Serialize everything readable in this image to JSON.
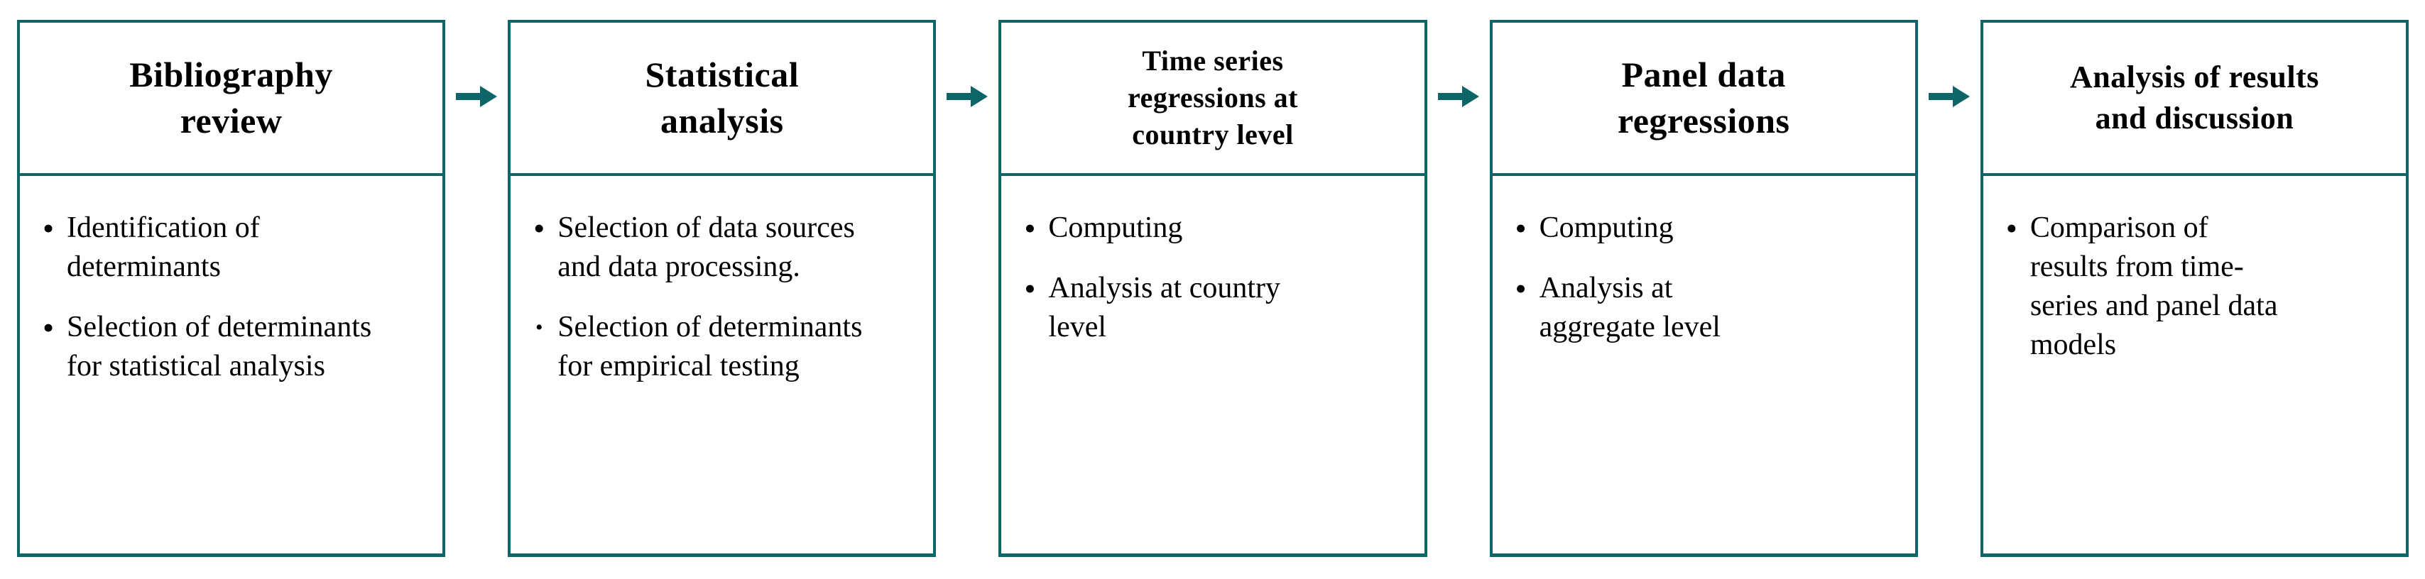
{
  "figure": {
    "kind": "process-flow-diagram",
    "direction": "left-to-right",
    "stage_count": 5
  },
  "colors": {
    "teal": "#0d6568",
    "text": "#000000",
    "background": "#ffffff"
  },
  "connector": {
    "icon": "arrow-right-icon",
    "glyph": "→"
  },
  "stages": [
    {
      "title": "Bibliography review",
      "title_lines": [
        "Bibliography",
        "review"
      ],
      "items": [
        {
          "bullet": "•",
          "bullet_size": "large",
          "text": "Identification of determinants"
        },
        {
          "bullet": "•",
          "bullet_size": "large",
          "text": "Selection of determinants for statistical analysis"
        }
      ]
    },
    {
      "title": "Statistical analysis",
      "title_lines": [
        "Statistical",
        "analysis"
      ],
      "items": [
        {
          "bullet": "•",
          "bullet_size": "large",
          "text": "Selection of data sources and data processing."
        },
        {
          "bullet": "•",
          "bullet_size": "small",
          "text": "Selection of determinants for empirical testing"
        }
      ]
    },
    {
      "title": "Time series regressions at country level",
      "title_lines": [
        "Time series",
        "regressions at",
        "country level"
      ],
      "items": [
        {
          "bullet": "•",
          "bullet_size": "large",
          "text": "Computing"
        },
        {
          "bullet": "•",
          "bullet_size": "large",
          "text": "Analysis at country level"
        }
      ]
    },
    {
      "title": "Panel data regressions",
      "title_lines": [
        "Panel data",
        "regressions"
      ],
      "items": [
        {
          "bullet": "•",
          "bullet_size": "large",
          "text": "Computing"
        },
        {
          "bullet": "•",
          "bullet_size": "large",
          "text": "Analysis at aggregate level"
        }
      ]
    },
    {
      "title": "Analysis of results and discussion",
      "title_lines": [
        "Analysis of results",
        "and discussion"
      ],
      "items": [
        {
          "bullet": "•",
          "bullet_size": "large",
          "text": "Comparison of results from time-series and panel data models"
        }
      ]
    }
  ]
}
